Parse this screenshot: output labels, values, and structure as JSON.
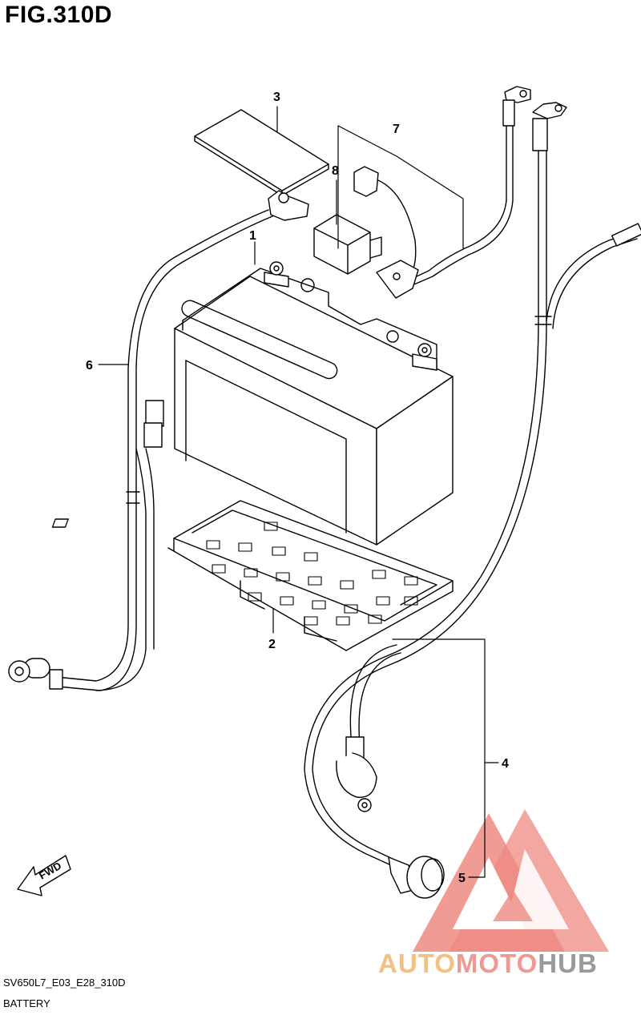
{
  "figure": {
    "title": "FIG.310D",
    "model_code": "SV650L7_E03_E28_310D",
    "caption": "BATTERY"
  },
  "callouts": [
    {
      "id": "1",
      "label": "1"
    },
    {
      "id": "2",
      "label": "2"
    },
    {
      "id": "3",
      "label": "3"
    },
    {
      "id": "4",
      "label": "4"
    },
    {
      "id": "5",
      "label": "5"
    },
    {
      "id": "6",
      "label": "6"
    },
    {
      "id": "7",
      "label": "7"
    },
    {
      "id": "8",
      "label": "8"
    }
  ],
  "direction_marker": {
    "label": "FWD",
    "icon": "forward-arrow-icon"
  },
  "watermark": {
    "part_a": "AUTO",
    "part_b": "MOTO",
    "part_c": "HUB",
    "colors": {
      "auto": "#f3c07f",
      "moto": "#ee9a93",
      "hub": "#9a9a9a",
      "logo": "#ee8a82"
    }
  }
}
